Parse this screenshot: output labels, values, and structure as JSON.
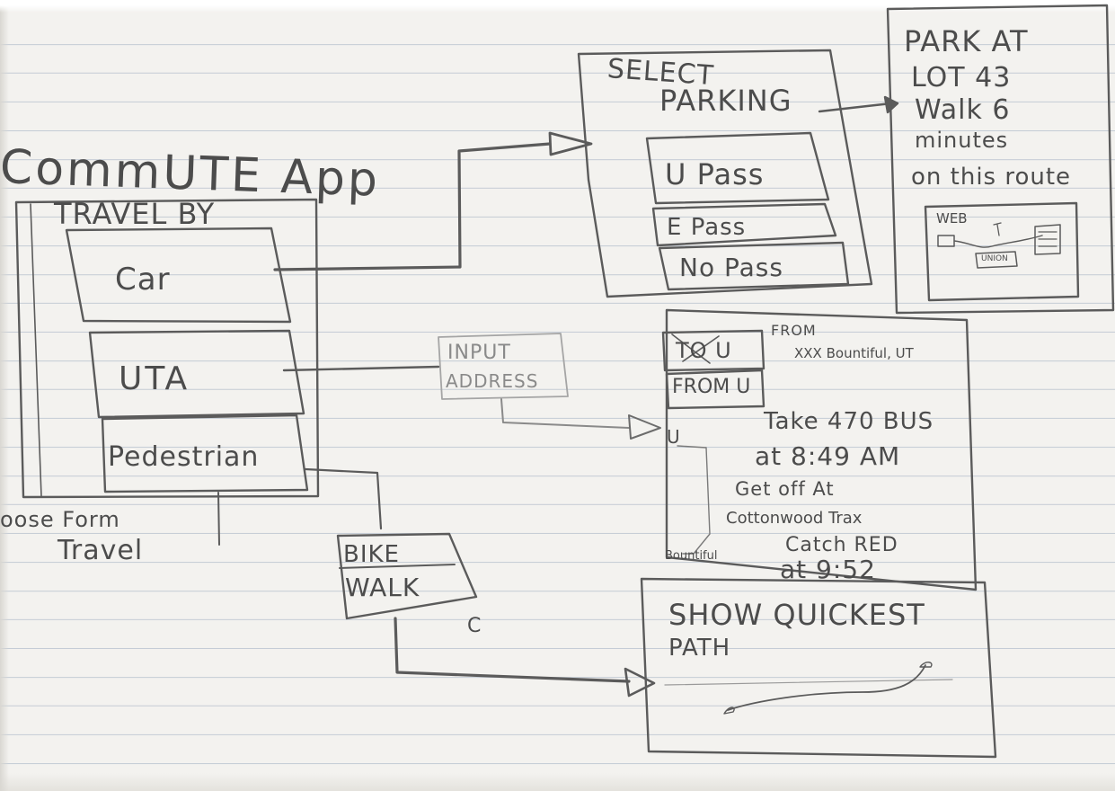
{
  "app_title": "CommUTE App",
  "travel_by": {
    "heading": "TRAVEL BY",
    "options": [
      "Car",
      "UTA",
      "Pedestrian"
    ],
    "caption": [
      "oose Form",
      "Travel"
    ]
  },
  "parking": {
    "heading": [
      "SELECT",
      "PARKING"
    ],
    "options": [
      "U Pass",
      "E Pass",
      "No Pass"
    ]
  },
  "park_result": {
    "lines": [
      "PARK AT",
      "LOT 43",
      "Walk 6",
      "minutes",
      "on this route"
    ],
    "map_labels": [
      "WEB",
      "UNION"
    ]
  },
  "input_address": [
    "INPUT",
    "ADDRESS"
  ],
  "transit": {
    "to_button": "TO U",
    "from_button": "FROM U",
    "from_label": "FROM",
    "from_value": "XXX Bountiful, UT",
    "steps": [
      "Take 470 BUS",
      "at 8:49 AM",
      "Get off At",
      "Cottonwood Trax",
      "Catch RED",
      "at 9:52"
    ],
    "route_start": "U",
    "route_end": "Bountiful"
  },
  "pedestrian": {
    "options": [
      "BIKE",
      "WALK"
    ],
    "mark": "C"
  },
  "quickest": {
    "heading": [
      "SHOW QUICKEST",
      "PATH"
    ]
  }
}
